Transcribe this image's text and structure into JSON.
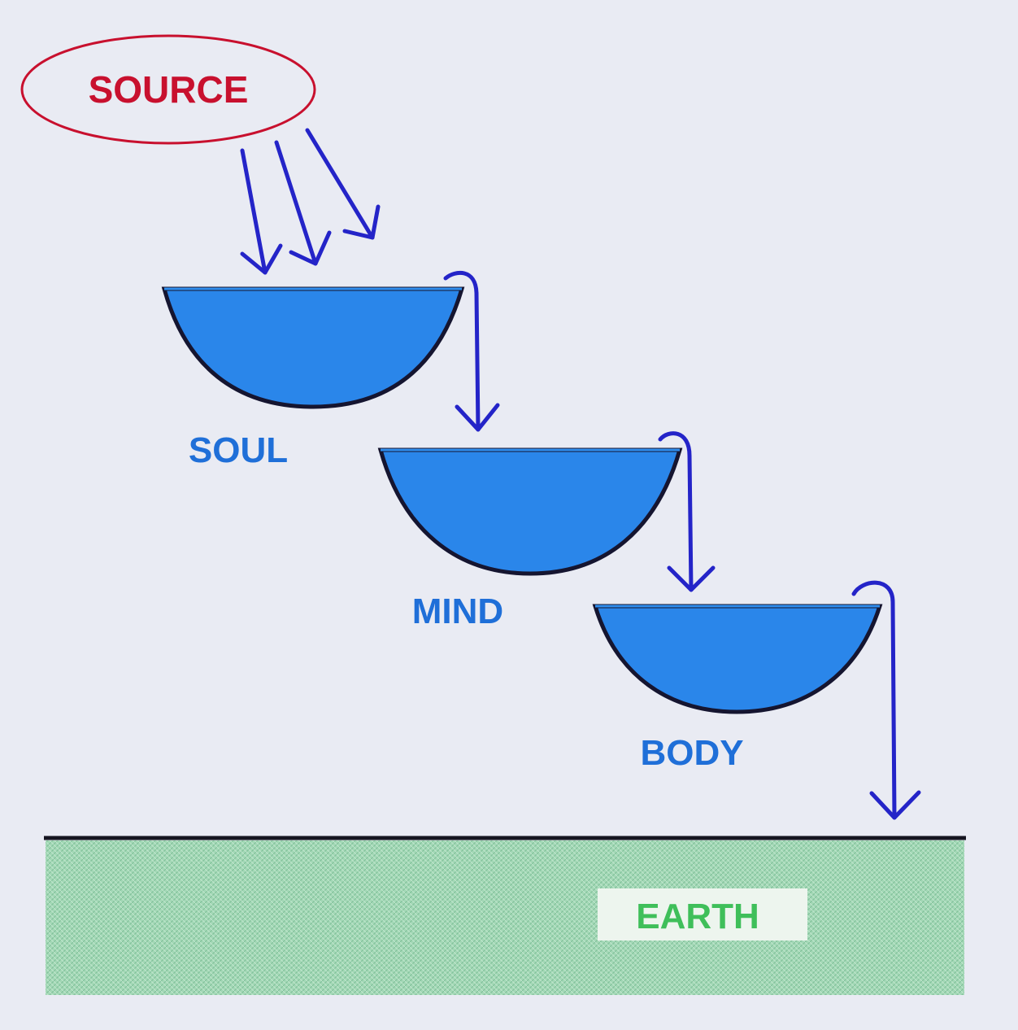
{
  "title": "Source to Earth flow diagram",
  "source": {
    "label": "SOURCE"
  },
  "bowls": [
    {
      "label": "SOUL"
    },
    {
      "label": "MIND"
    },
    {
      "label": "BODY"
    }
  ],
  "ground": {
    "label": "EARTH"
  },
  "colors": {
    "background": "#e9ebf3",
    "source_red": "#c8102e",
    "arrow_blue": "#2424c8",
    "bowl_fill": "#2a86ea",
    "label_blue": "#1f6fd8",
    "earth_fill": "#9fd4b2",
    "earth_text": "#3fbf5a"
  }
}
